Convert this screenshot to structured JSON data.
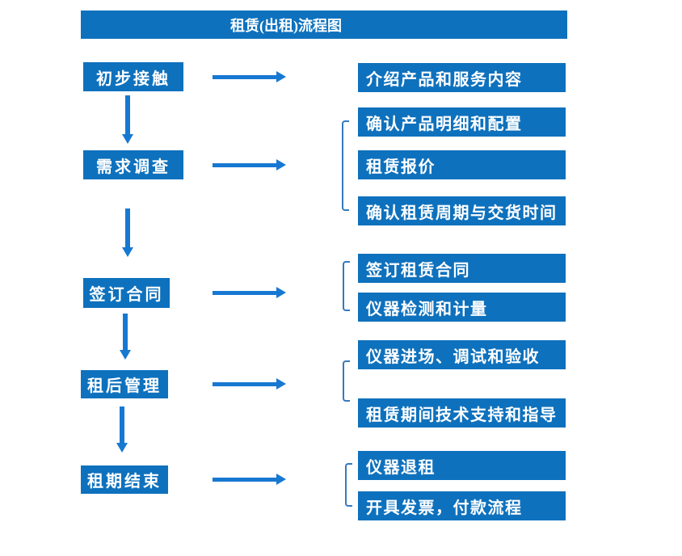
{
  "title": "租赁(出租)流程图",
  "steps": [
    {
      "label": "初步接触",
      "details": [
        "介绍产品和服务内容"
      ]
    },
    {
      "label": "需求调查",
      "details": [
        "确认产品明细和配置",
        "租赁报价",
        "确认租赁周期与交货时间"
      ]
    },
    {
      "label": "签订合同",
      "details": [
        "签订租赁合同",
        "仪器检测和计量"
      ]
    },
    {
      "label": "租后管理",
      "details": [
        "仪器进场、调试和验收",
        "租赁期间技术支持和指导"
      ]
    },
    {
      "label": "租期结束",
      "details": [
        "仪器退租",
        "开具发票，付款流程"
      ]
    }
  ],
  "colors": {
    "box_fill": "#0e71bd",
    "arrow_fill": "#1778d2",
    "bracket_stroke": "#3579bf",
    "text": "#ffffff",
    "background": "#ffffff"
  }
}
